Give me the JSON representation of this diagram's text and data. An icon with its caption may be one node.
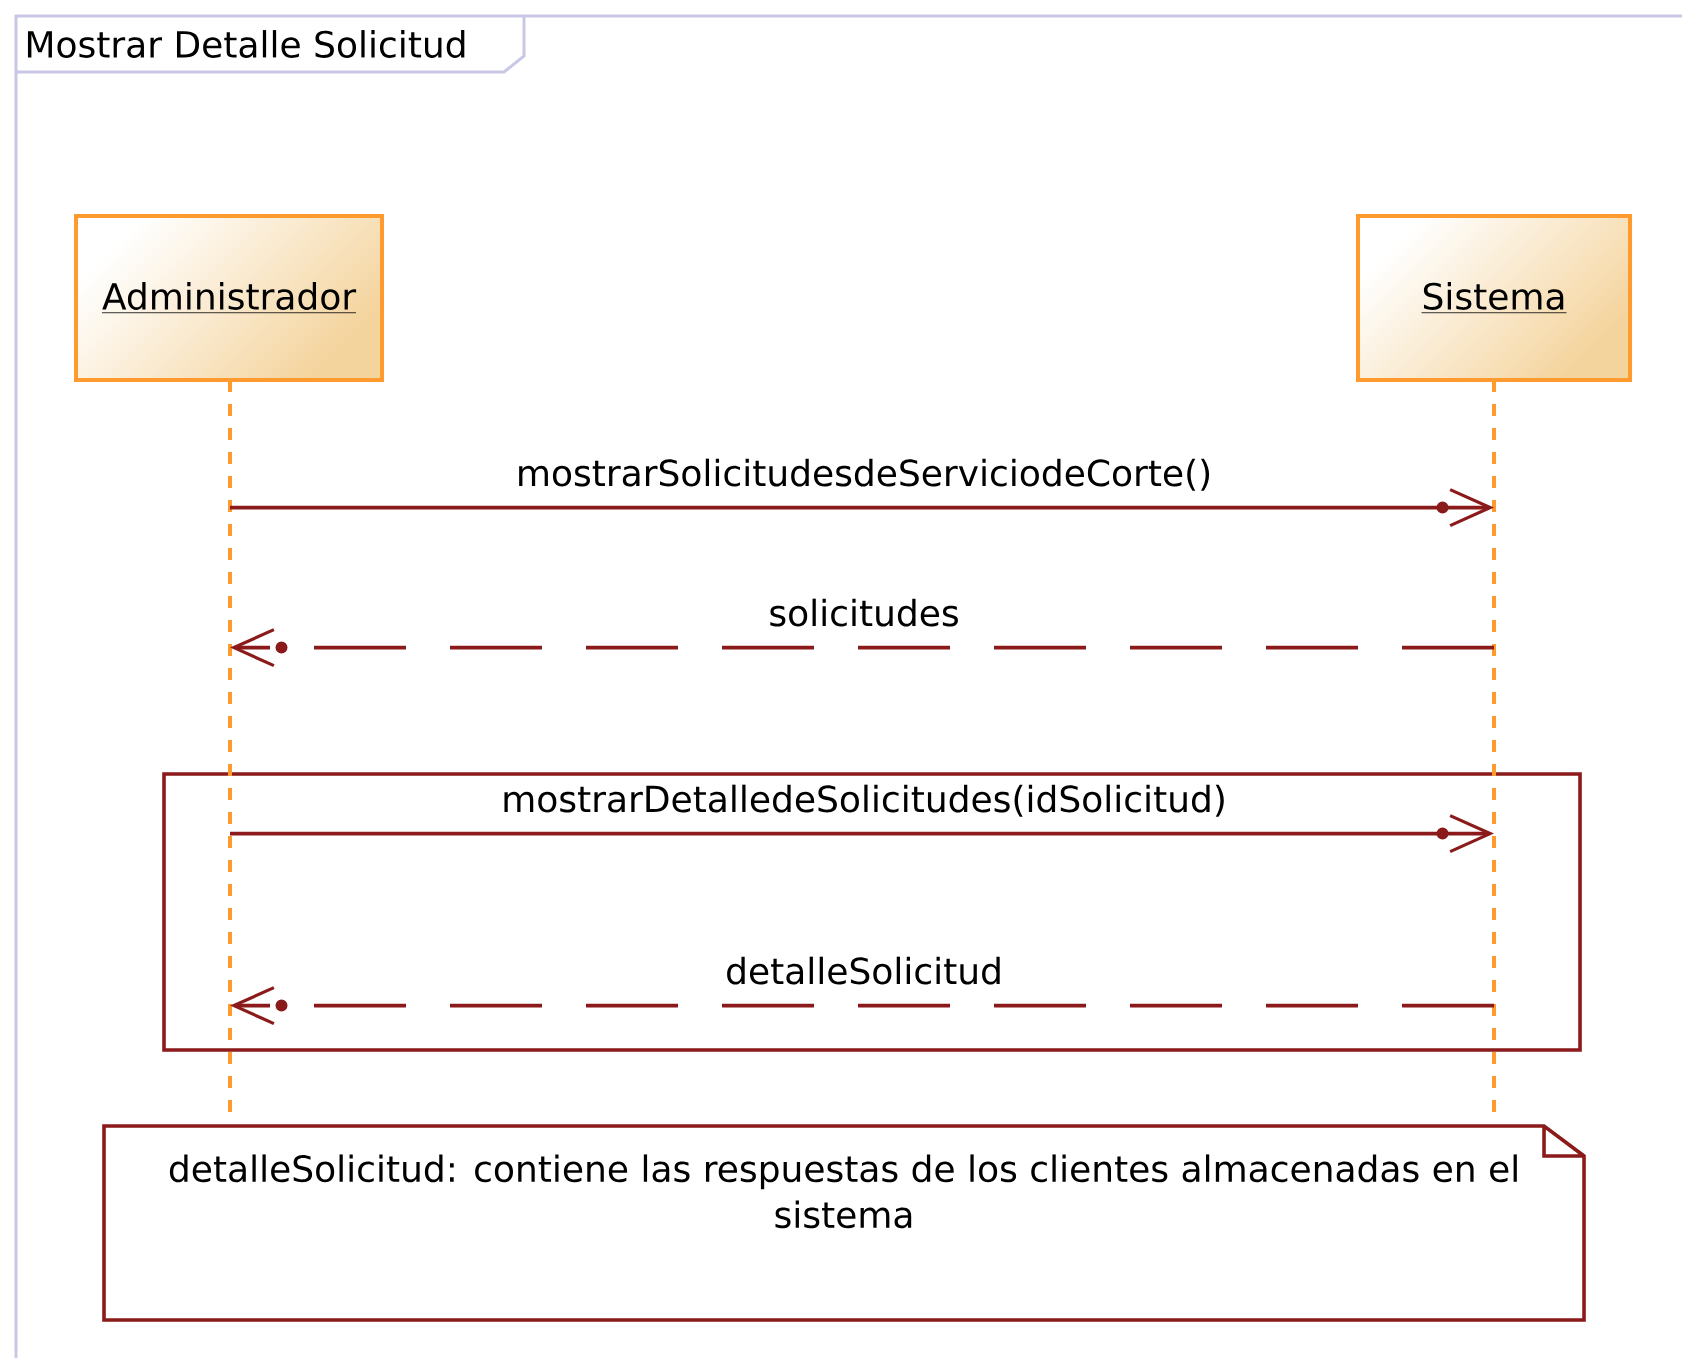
{
  "diagram": {
    "title": "Mostrar Detalle Solicitud",
    "nodes": [
      {
        "text": [
          "Administrador"
        ]
      },
      {
        "text": [
          "Sistema"
        ]
      },
      {
        "text": [],
        "shape": "line"
      },
      {
        "text": [],
        "shape": "line"
      },
      {
        "text": [
          "detalleSolicitud: contiene las respuestas de los clientes almacenadas en el sistema"
        ]
      }
    ],
    "edges": [
      {
        "from": 2,
        "to": 3,
        "arrow": "to",
        "label": "mostrarSolicitudesdeServiciodeCorte()"
      },
      {
        "from": 3,
        "to": 2,
        "arrow": "to",
        "label": "solicitudes",
        "style": "dashed"
      },
      {
        "from": 2,
        "to": 3,
        "arrow": "to",
        "label": "mostrarDetalledeSolicitudes(idSolicitud)"
      },
      {
        "from": 3,
        "to": 2,
        "arrow": "to",
        "label": "detalleSolicitud",
        "style": "dashed"
      }
    ]
  }
}
